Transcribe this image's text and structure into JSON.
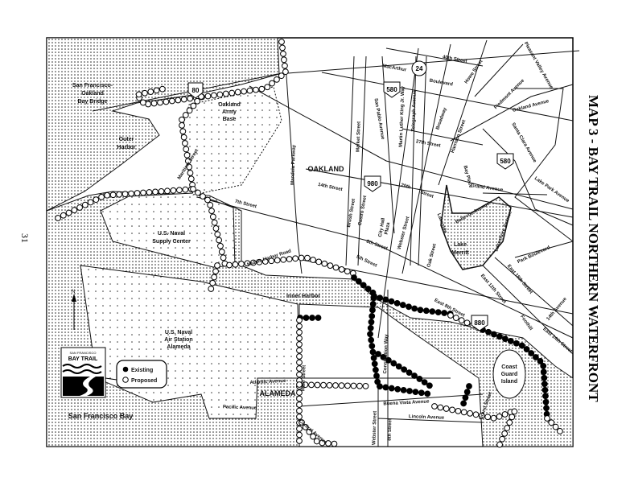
{
  "page_number": "31",
  "title": "MAP 3 - BAY TRAIL NORTHERN WATERFRONT",
  "legend": {
    "existing": "Existing",
    "proposed": "Proposed",
    "logo_top": "SAN FRANCISCO",
    "logo_name": "BAY TRAIL"
  },
  "shields": {
    "i80": "80",
    "i580_west": "580",
    "sr24": "24",
    "i980": "980",
    "i580_east": "580",
    "i880": "880"
  },
  "places": {
    "bay_bridge": [
      "San Francisco-",
      "Oakland",
      "Bay Bridge"
    ],
    "army_base": [
      "Oakland",
      "Army",
      "Base"
    ],
    "outer_harbor": [
      "Outer",
      "Harbor"
    ],
    "supply_center": [
      "U.S. Naval",
      "Supply Center"
    ],
    "air_station": [
      "U.S. Naval",
      "Air Station",
      "Alameda"
    ],
    "oakland": "OAKLAND",
    "alameda": "ALAMEDA",
    "inner_harbor": "Inner Harbor",
    "sf_bay": "San Francisco Bay",
    "lake_merritt": [
      "Lake",
      "Merritt"
    ],
    "coast_guard": [
      "Coast",
      "Guard",
      "Island"
    ],
    "city_hall": [
      "City Hall",
      "Plaza"
    ]
  },
  "streets": {
    "maritime": "Maritime Street",
    "mandela": "Mandela Parkway",
    "seventh": "7th Street",
    "fourteenth": "14th Street",
    "middle_harbor": "Middle Harbor Road",
    "fifth": "5th Street",
    "fortieth": "40th Street",
    "macarthur": "MacArthur",
    "boulevard": "Boulevard",
    "howe": "Howe Street",
    "piedmont": "Piedmont Avenue",
    "pleasant_valley": "Pleasant Valley Avenue",
    "oakland_ave": "Oakland Avenue",
    "santa_clara": "Santa Clara Avenue",
    "lake_park": "Lake Park Avenue",
    "market": "Market Street",
    "san_pablo": "San Pablo Avenue",
    "mlk": "Martin Luther King Jr. Way",
    "telegraph": "Telegraph Avenue",
    "twentyseventh": "27th Street",
    "broadway": "Broadway",
    "harrison": "Harrison Street",
    "bay_place": "Bay Place",
    "grand": "Grand Avenue",
    "bellevue": "Bellevue Avenue",
    "twentieth": "20th",
    "street": "Street",
    "brush": "Brush Street",
    "castro": "Castro Street",
    "eighth": "8th Street",
    "webster": "Webster Street",
    "lakeside": "Lakeside",
    "oak": "Oak Street",
    "lakeshore": "Lakeshore Avenue",
    "park_blvd": "Park Boulevard",
    "east18": "East 18th Street",
    "east12": "East 12th Street",
    "east8": "East 8th Street",
    "foothill": "Foothill",
    "ave14": "14th Avenue",
    "east14": "East 14th Street",
    "atlantic": "Atlantic Avenue",
    "main": "Main Street",
    "pacific": "Pacific Avenue",
    "central": "Central Avenue",
    "constitution": "Constitution Way",
    "buena_vista": "Buena Vista Avenue",
    "lincoln": "Lincoln Avenue",
    "webster_alameda": "Webster Street",
    "eighth_alameda": "8th Street",
    "grand_street": "Grand Street"
  }
}
